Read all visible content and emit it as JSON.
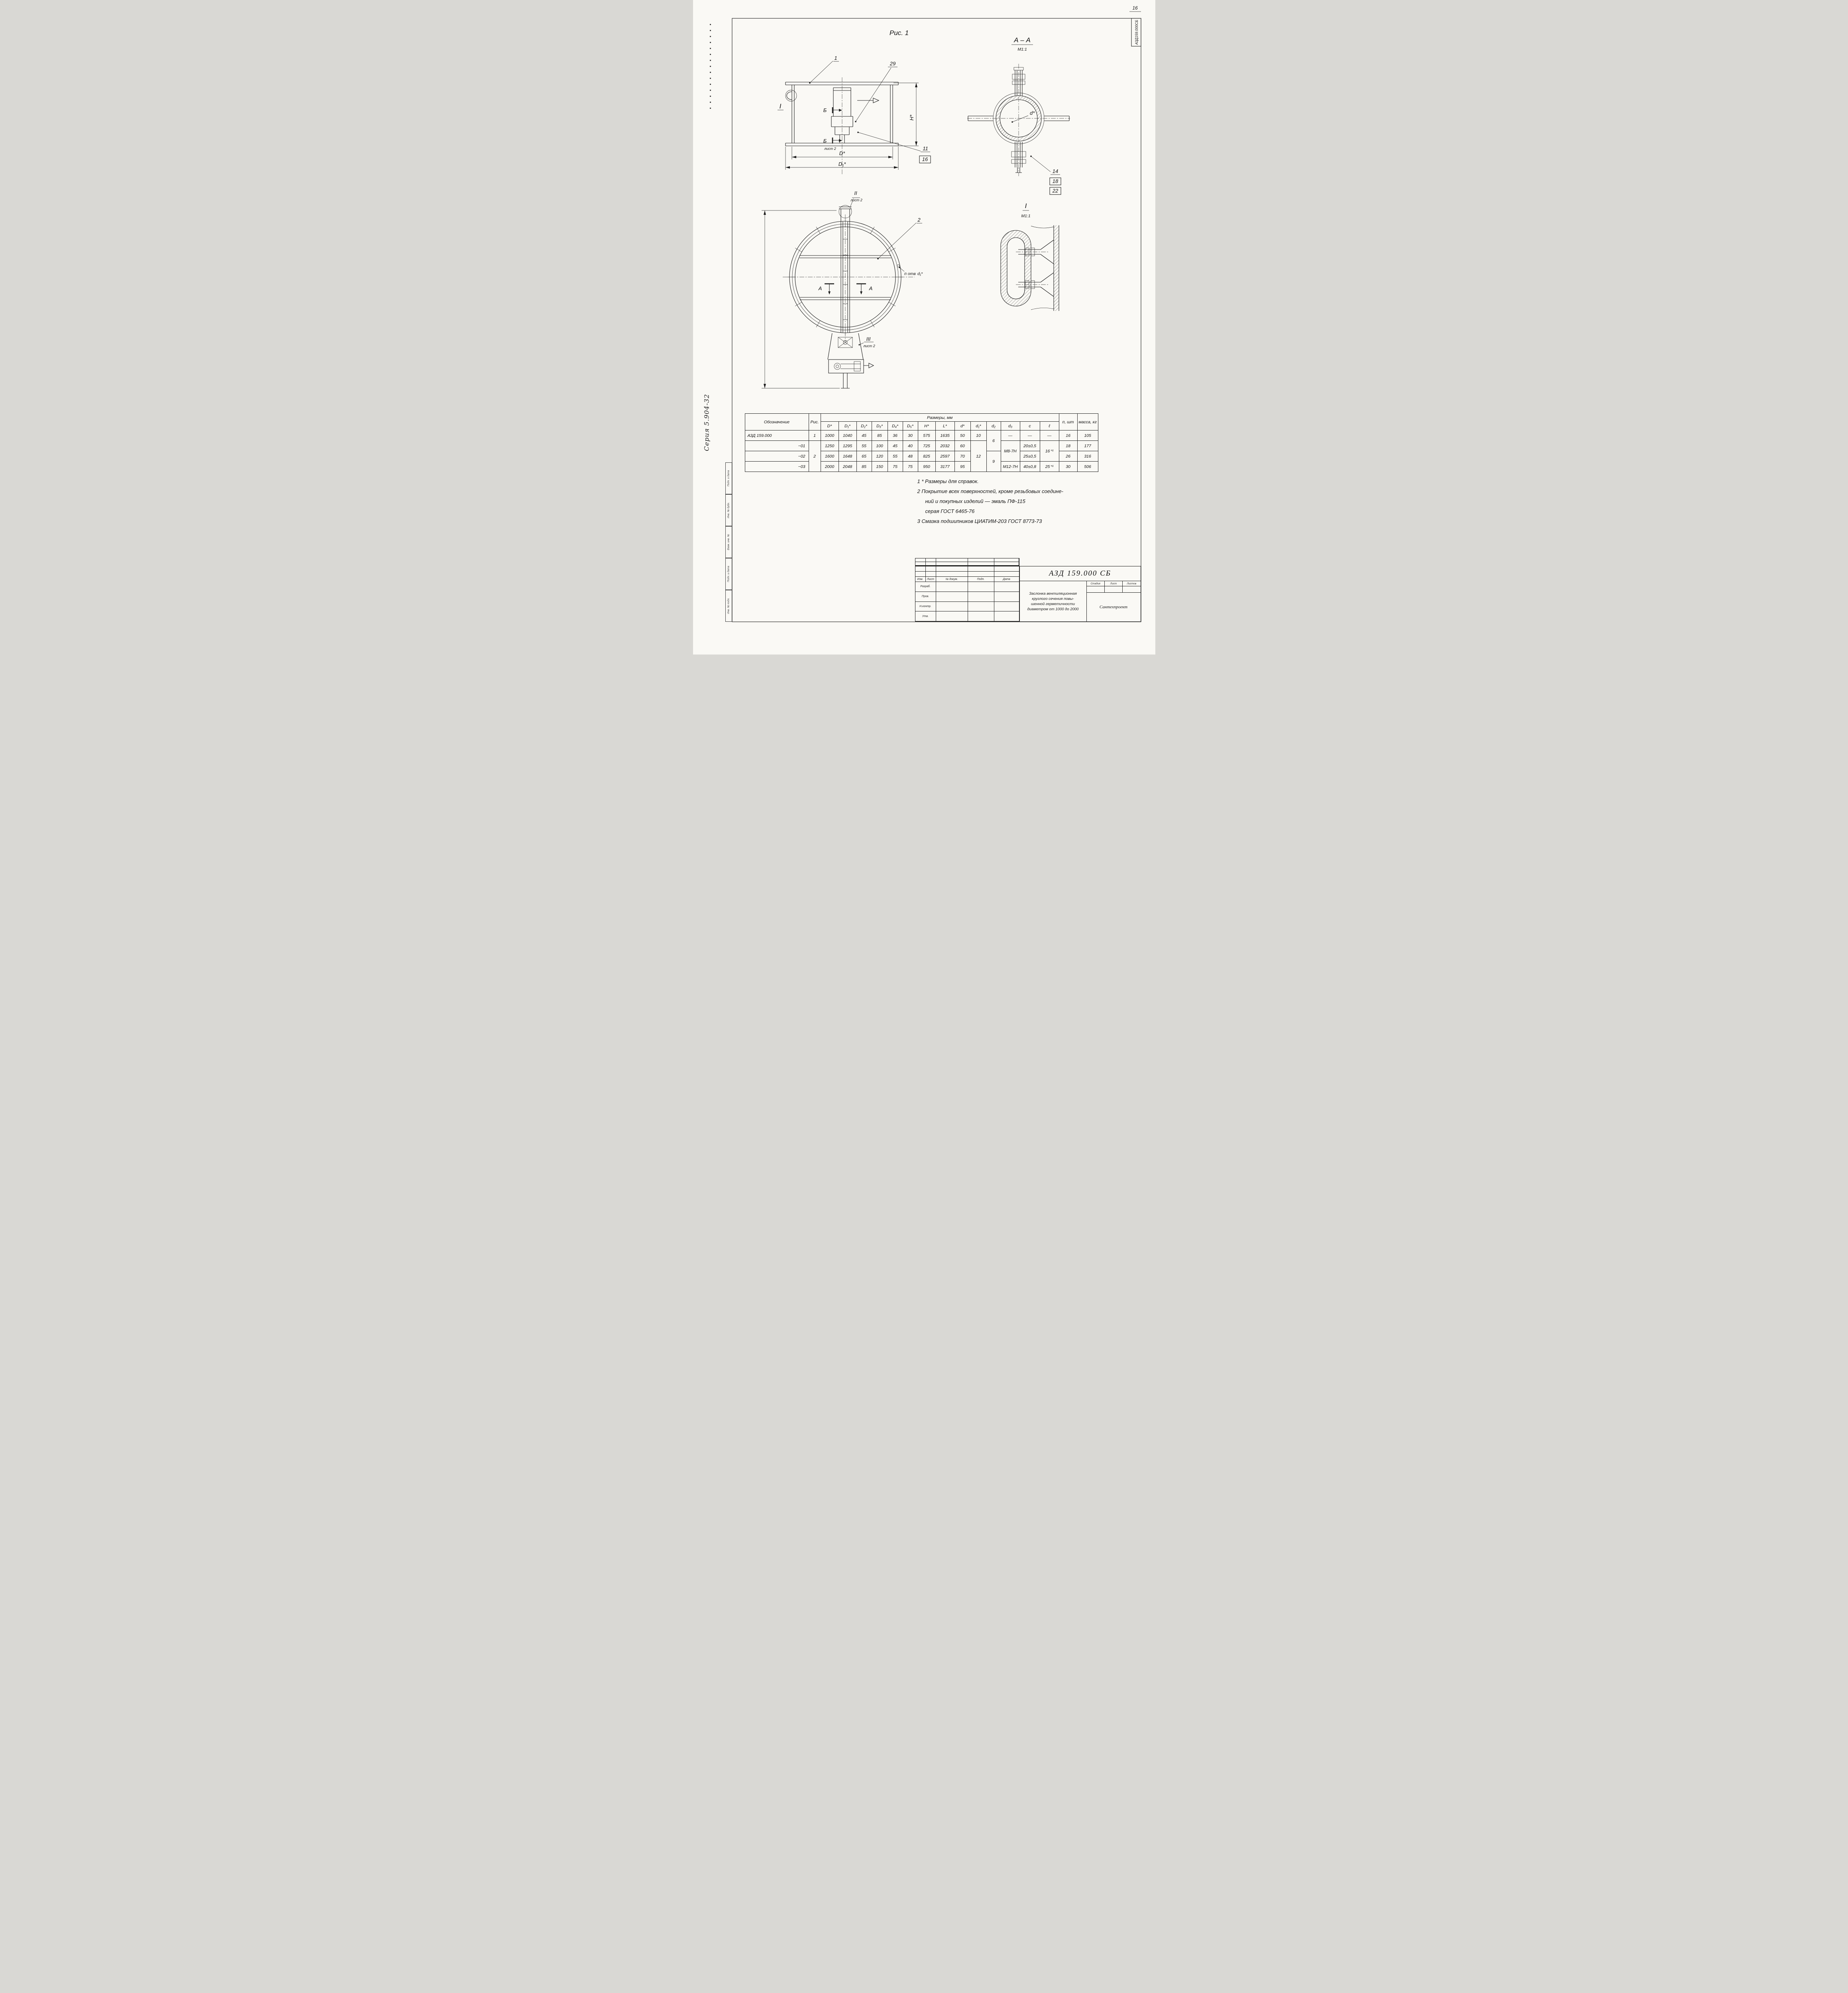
{
  "sheet": {
    "page_number": "16",
    "corner_doc_number": "АЗД159.000СБ",
    "series_note": "Серия 5.904-32",
    "margin_labels": [
      "Подп. и дата",
      "Инв. № дубл.",
      "Взам. инв. №",
      "Подп. и дата",
      "Инв. № подл."
    ]
  },
  "fig1": {
    "caption": "Рис. 1",
    "callout_1": "1",
    "callout_29": "29",
    "callout_11": "11",
    "callout_16": "16",
    "section_label_top": "Б",
    "section_label_bottom": "Б",
    "sheet_ref": "лист 2",
    "detail_marker": "I",
    "dim_height": "H*",
    "dim_diameter": "D*",
    "dim_diameter1": "D₁*"
  },
  "section_aa": {
    "title": "А – А",
    "scale": "М1:1",
    "dim_d": "d*",
    "callout_14": "14",
    "callout_18": "18",
    "callout_22": "22"
  },
  "front_view": {
    "callout_2": "2",
    "marker_ii": "II",
    "marker_ii_sheet": "лист 2",
    "marker_iii": "III",
    "marker_iii_sheet": "лист 2",
    "cut_label_left": "А",
    "cut_label_right": "А",
    "holes_label": "п отв",
    "holes_dim": "d₁*"
  },
  "detail_i": {
    "title": "I",
    "scale": "М1:1"
  },
  "table": {
    "col_designation": "Обозначение",
    "col_figure": "Рис.",
    "group_title": "Размеры, мм",
    "dim_headers": [
      "D*",
      "D₁*",
      "D₂*",
      "D₃*",
      "D₄*",
      "D₅*",
      "H*",
      "L*",
      "d*",
      "d₁*",
      "d₂",
      "d₃",
      "c",
      "ℓ"
    ],
    "col_qty": "п, шт",
    "col_mass": "масса, кг",
    "rows": [
      [
        {
          "v": "АЗД 159.000",
          "cls": "ta-l"
        },
        {
          "v": "1"
        },
        {
          "v": "1000"
        },
        {
          "v": "1040"
        },
        {
          "v": "45"
        },
        {
          "v": "85"
        },
        {
          "v": "36"
        },
        {
          "v": "30"
        },
        {
          "v": "575"
        },
        {
          "v": "1635"
        },
        {
          "v": "50"
        },
        {
          "v": "10"
        },
        {
          "v": "6",
          "rs": 2
        },
        {
          "v": "—"
        },
        {
          "v": "—"
        },
        {
          "v": "—"
        },
        {
          "v": "16"
        },
        {
          "v": "105"
        }
      ],
      [
        {
          "v": "−01",
          "cls": "ta-r"
        },
        {
          "v": "2",
          "rs": 3
        },
        {
          "v": "1250"
        },
        {
          "v": "1295"
        },
        {
          "v": "55"
        },
        {
          "v": "100"
        },
        {
          "v": "45"
        },
        {
          "v": "40"
        },
        {
          "v": "725"
        },
        {
          "v": "2032"
        },
        {
          "v": "60"
        },
        {
          "v": "12",
          "rs": 3
        },
        {
          "v": "М8-7Н",
          "rs": 2
        },
        {
          "v": "20±0,5"
        },
        {
          "v": "16⁺¹",
          "rs": 2
        },
        {
          "v": "18"
        },
        {
          "v": "177"
        }
      ],
      [
        {
          "v": "−02",
          "cls": "ta-r"
        },
        {
          "v": "1600"
        },
        {
          "v": "1648"
        },
        {
          "v": "65"
        },
        {
          "v": "120"
        },
        {
          "v": "55"
        },
        {
          "v": "48"
        },
        {
          "v": "825"
        },
        {
          "v": "2597"
        },
        {
          "v": "70"
        },
        {
          "v": "9",
          "rs": 2
        },
        {
          "v": "25±0,5"
        },
        {
          "v": "26"
        },
        {
          "v": "316"
        }
      ],
      [
        {
          "v": "−03",
          "cls": "ta-r"
        },
        {
          "v": "2000"
        },
        {
          "v": "2048"
        },
        {
          "v": "85"
        },
        {
          "v": "150"
        },
        {
          "v": "75"
        },
        {
          "v": "75"
        },
        {
          "v": "950"
        },
        {
          "v": "3177"
        },
        {
          "v": "95"
        },
        {
          "v": "М12-7Н"
        },
        {
          "v": "40±0,8"
        },
        {
          "v": "25⁺¹"
        },
        {
          "v": "30"
        },
        {
          "v": "506"
        }
      ]
    ]
  },
  "notes": {
    "lines": [
      "1 * Размеры для справок.",
      "2 Покрытие всех поверхностей, кроме резьбовых соедине-",
      "ний и покупных изделий — эмаль ПФ-115",
      "серая ГОСТ 6465-76",
      "3 Смазка подшипников ЦИАТИМ-203 ГОСТ 8773-73"
    ]
  },
  "title_block": {
    "doc_number": "АЗД 159.000 СБ",
    "title_lines": [
      "Заслонка вентиляционная",
      "круглого сечения повы-",
      "шенной герметичности",
      "диаметром от 1000 до 2000"
    ],
    "org": "Сантехпроект",
    "stage_label": "Стадия",
    "sheet_label": "Лист",
    "sheets_label": "Листов",
    "change_cols": [
      "Изм.",
      "Лист",
      "№ докум.",
      "Подп.",
      "Дата"
    ],
    "sig_labels": [
      "Разраб.",
      "Пров.",
      "Н.контр.",
      "Утв."
    ]
  }
}
